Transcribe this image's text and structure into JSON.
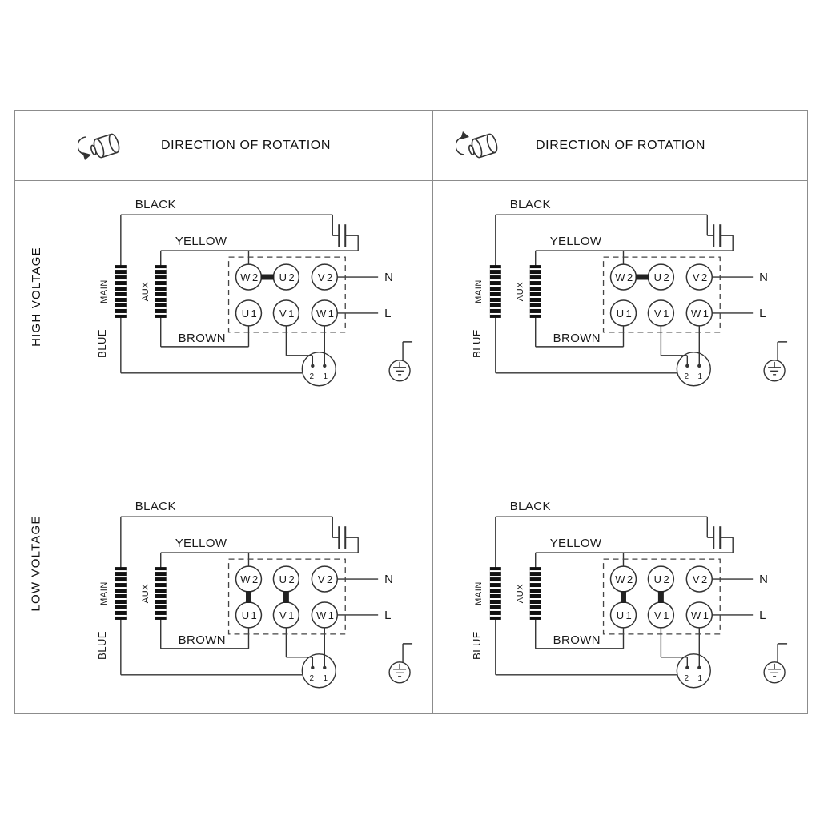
{
  "panel": {
    "headers": [
      {
        "label": "DIRECTION OF ROTATION",
        "icon": "motor-rotation-ccw-icon",
        "rotation": "ccw"
      },
      {
        "label": "DIRECTION OF ROTATION",
        "icon": "motor-rotation-cw-icon",
        "rotation": "cw"
      }
    ],
    "rows": [
      {
        "label": "HIGH VOLTAGE"
      },
      {
        "label": "LOW VOLTAGE"
      }
    ]
  },
  "wiring": {
    "labels": {
      "black": "BLACK",
      "yellow": "YELLOW",
      "brown": "BROWN",
      "blue": "BLUE",
      "main": "MAIN",
      "aux": "AUX",
      "neutral": "N",
      "live": "L",
      "pin2": "2",
      "pin1": "1"
    },
    "terminals": {
      "top": [
        "W2",
        "U2",
        "V2"
      ],
      "bottom": [
        "U1",
        "V1",
        "W1"
      ]
    },
    "links": {
      "high_voltage": [
        "W2-U2"
      ],
      "low_voltage": [
        "W2-U1",
        "U2-V1"
      ]
    },
    "symbols": [
      "capacitor",
      "main-winding",
      "aux-winding",
      "plug-connector",
      "ground"
    ]
  },
  "colors": {
    "line": "#333333",
    "text": "#1a1a1a",
    "border": "#8c8c8c",
    "winding_fill": "#111111"
  }
}
